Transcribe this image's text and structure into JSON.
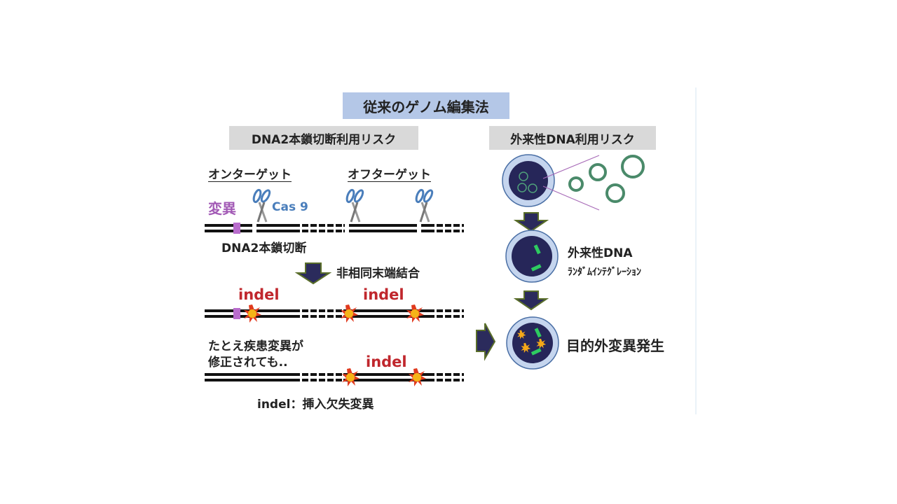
{
  "title": "従来のゲノム編集法",
  "left": {
    "header": "DNA2本鎖切断利用リスク",
    "on_target": "オンターゲット",
    "off_target": "オフターゲット",
    "mutation": "変異",
    "cas9": "Cas 9",
    "dsb": "DNA2本鎖切断",
    "nhej": "非相同末端結合",
    "indel": "indel",
    "note_line1": "たとえ疾患変異が",
    "note_line2": "修正されても..",
    "legend": "indel：挿入欠失変異"
  },
  "right": {
    "header": "外来性DNA利用リスク",
    "foreign_dna": "外来性DNA",
    "random_integration": "ﾗﾝﾀﾞﾑｲﾝﾃｸﾞﾚｰｼｮﾝ",
    "off_target_mutation": "目的外変異発生"
  },
  "colors": {
    "mutation": "#a259b5",
    "cas9": "#4a7ebb",
    "indel": "#c0272d",
    "cell": "#2a2a5e",
    "arrow": "#2b2b5c"
  }
}
